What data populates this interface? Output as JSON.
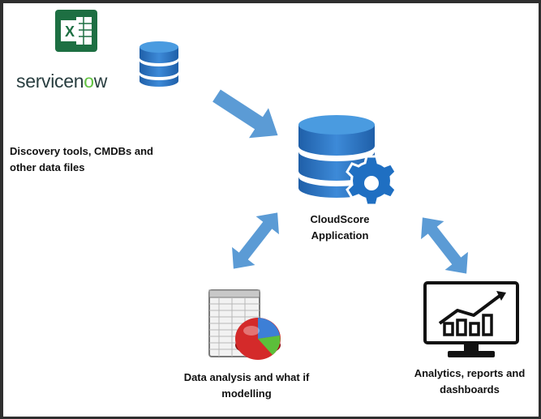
{
  "logos": {
    "excel": {
      "letter": "X",
      "color": "#1d6f42"
    },
    "servicenow": {
      "prefix": "service",
      "suffix_n": "n",
      "suffix_o": "o",
      "suffix_w": "w"
    }
  },
  "labels": {
    "discovery": "Discovery tools, CMDBs and\nother data files",
    "cloudscore": "CloudScore\nApplication",
    "analysis": "Data analysis and what if\nmodelling",
    "analytics": "Analytics, reports and\ndashboards"
  },
  "icons": {
    "small_database": "database-icon",
    "cloudscore_app": "database-gear-icon",
    "spreadsheet_chart": "spreadsheet-pie-chart-icon",
    "monitor_dashboard": "monitor-chart-icon",
    "arrow_in": "arrow-right-down-icon",
    "arrow_left": "double-arrow-icon",
    "arrow_right": "double-arrow-icon"
  },
  "colors": {
    "arrow": "#5b9bd5",
    "database_dark": "#1f5fa8",
    "database_light": "#4a9be0",
    "text": "#111111",
    "background": "#ffffff"
  }
}
